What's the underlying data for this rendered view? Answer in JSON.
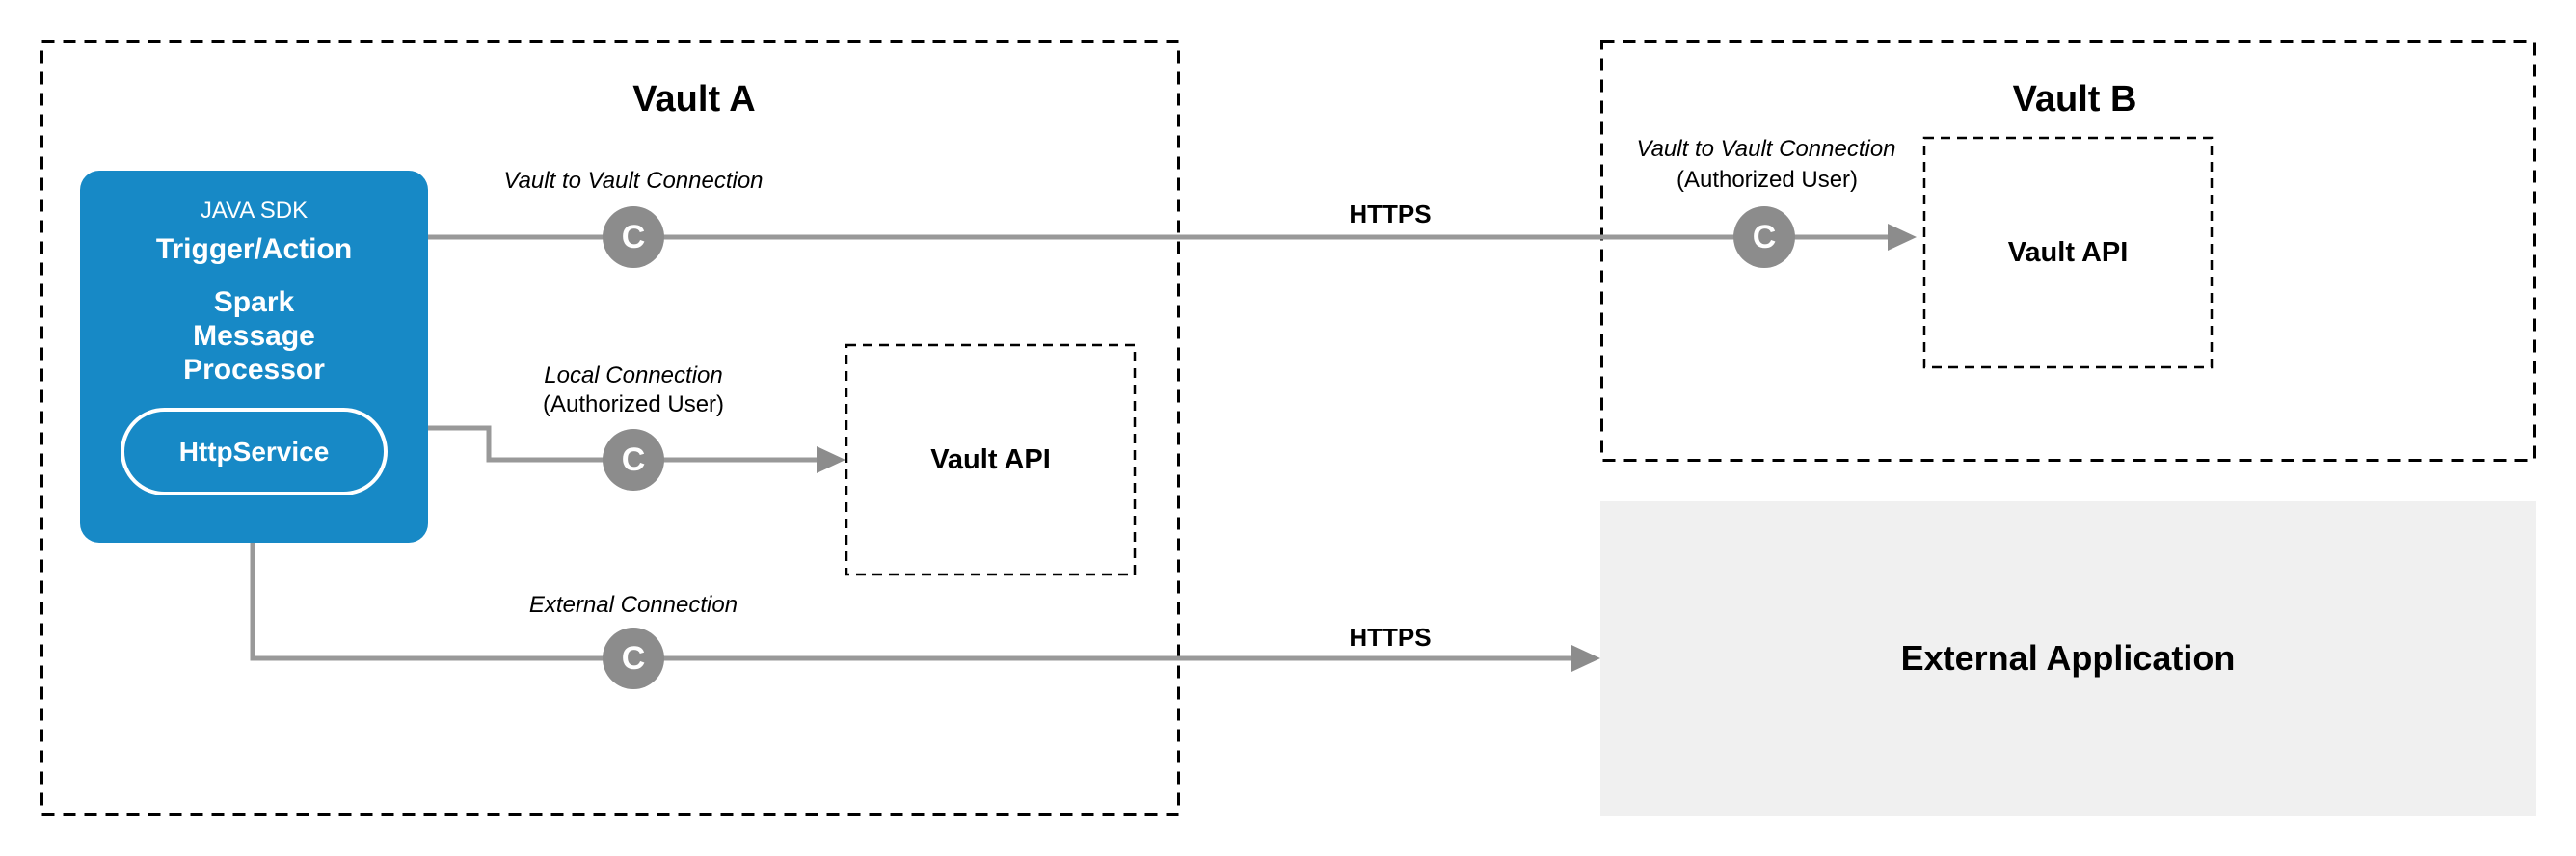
{
  "vault_a": {
    "title": "Vault A",
    "processor": {
      "sdk": "JAVA SDK",
      "name": "Trigger/Action",
      "engine_lines": [
        "Spark",
        "Message",
        "Processor"
      ],
      "service": "HttpService"
    },
    "api_box_label": "Vault API"
  },
  "vault_b": {
    "title": "Vault B",
    "api_box_label": "Vault API",
    "connection_label": "Vault to Vault Connection",
    "connection_sublabel": "(Authorized User)",
    "badge": "C"
  },
  "connections": {
    "vault_to_vault": {
      "label": "Vault to Vault Connection",
      "protocol": "HTTPS",
      "badge": "C"
    },
    "local": {
      "label": "Local Connection",
      "sublabel": "(Authorized User)",
      "badge": "C"
    },
    "external": {
      "label": "External Connection",
      "protocol": "HTTPS",
      "badge": "C"
    }
  },
  "external_app": {
    "label": "External Application"
  },
  "colors": {
    "processor_blue": "#1789C6",
    "connector_line_gray": "#999999",
    "badge_gray": "#8C8C8C",
    "external_app_bg": "#F0F0F0",
    "dashed_border": "#000000"
  }
}
